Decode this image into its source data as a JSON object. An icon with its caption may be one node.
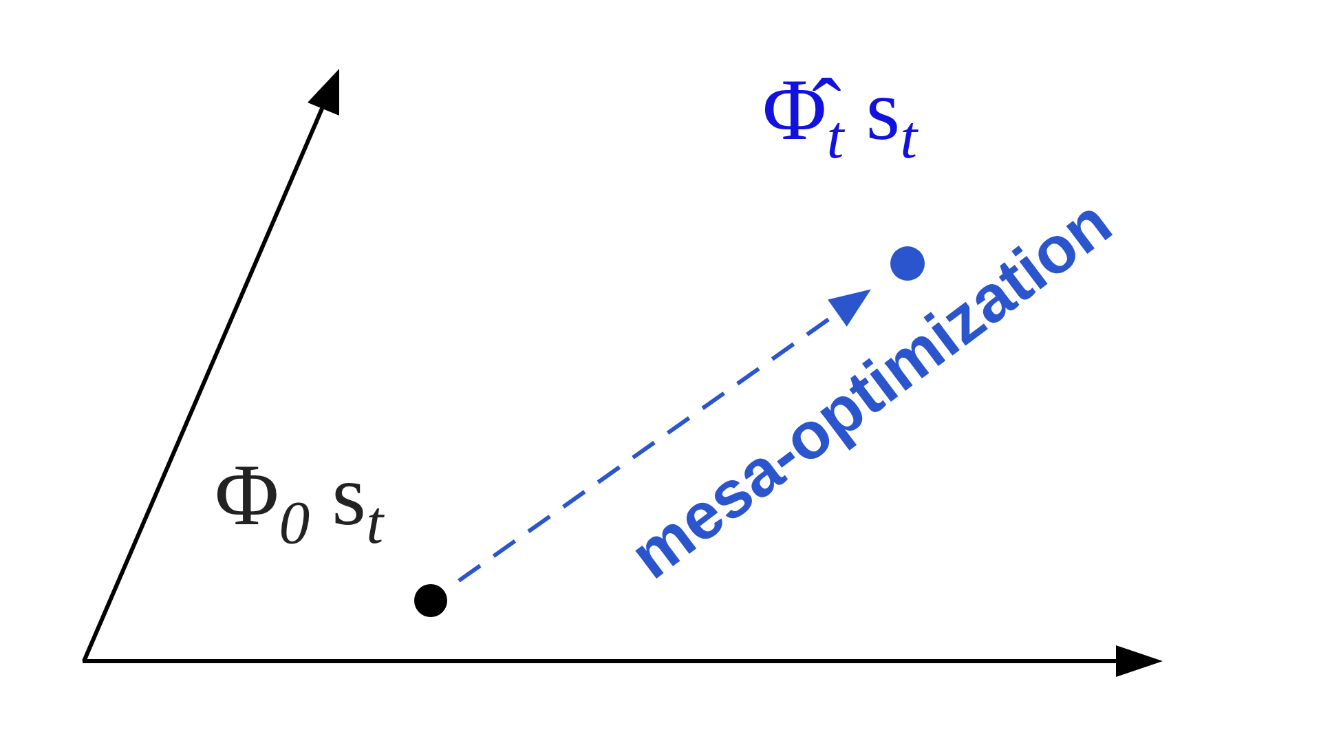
{
  "diagram": {
    "nodes": [
      {
        "text": [],
        "shape": "circle",
        "beside": [
          "Φ$_{0}$ s$_{t}$"
        ]
      },
      {
        "text": [],
        "shape": "circle",
        "beside": [
          "Φ̂$_{t}$ s$_{t}$"
        ]
      }
    ],
    "edges": [
      {
        "from": 0,
        "to": 1,
        "arrow": "to",
        "style": "dashed",
        "color": "#2a55cc",
        "label": "mesa-optimization"
      }
    ]
  }
}
